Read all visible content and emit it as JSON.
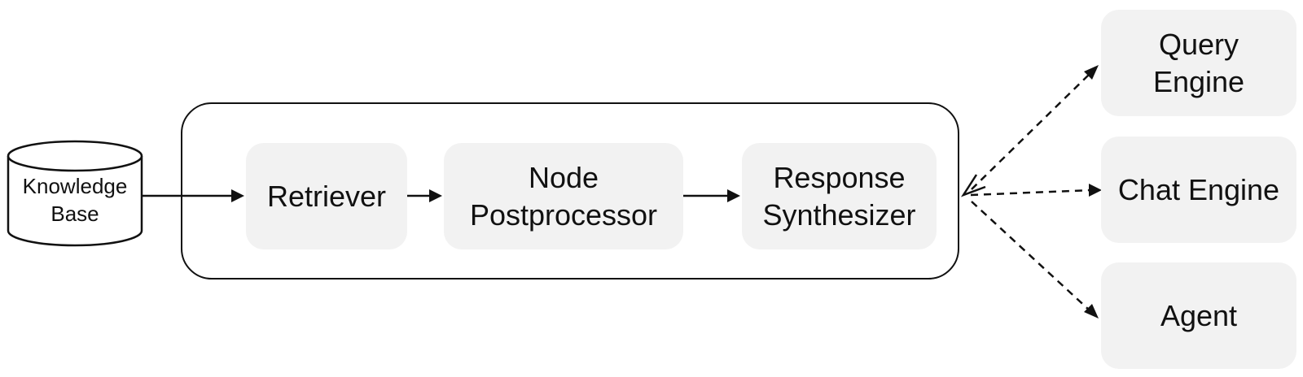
{
  "knowledge_base": {
    "line1": "Knowledge",
    "line2": "Base"
  },
  "pipeline": {
    "retriever": "Retriever",
    "node_postprocessor": {
      "line1": "Node",
      "line2": "Postprocessor"
    },
    "response_synthesizer": {
      "line1": "Response",
      "line2": "Synthesizer"
    }
  },
  "outputs": {
    "query_engine": {
      "line1": "Query",
      "line2": "Engine"
    },
    "chat_engine": "Chat Engine",
    "agent": "Agent"
  },
  "colors": {
    "box_fill": "#f2f2f2",
    "stroke": "#111111",
    "background": "#ffffff"
  }
}
